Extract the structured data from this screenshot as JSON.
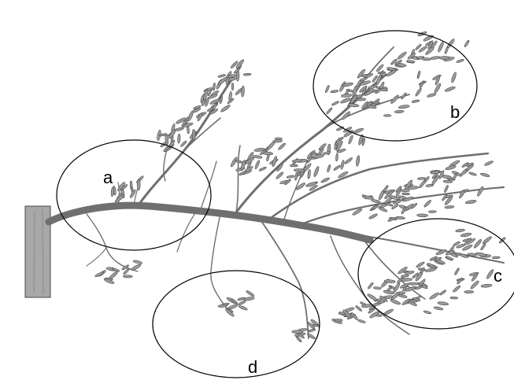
{
  "figure": {
    "regions": [
      {
        "id": "a",
        "label": "a"
      },
      {
        "id": "b",
        "label": "b"
      },
      {
        "id": "c",
        "label": "c"
      },
      {
        "id": "d",
        "label": "d"
      }
    ]
  }
}
